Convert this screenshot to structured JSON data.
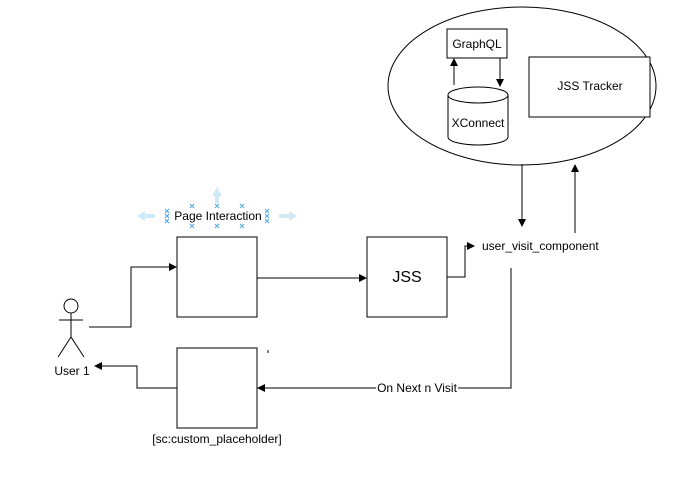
{
  "diagram": {
    "cloud": {
      "graphql_label": "GraphQL",
      "xconnect_label": "XConnect",
      "tracker_label": "JSS Tracker"
    },
    "nodes": {
      "jss_label": "JSS",
      "page_interaction_label": "Page Interaction",
      "user_label": "User 1",
      "placeholder_label": "[sc:custom_placeholder]"
    },
    "edges": {
      "visit_component_label": "user_visit_component",
      "next_visit_label": "On Next n Visit"
    },
    "colors": {
      "stroke": "#000000",
      "selection_handle": "#cfe9f7"
    }
  }
}
